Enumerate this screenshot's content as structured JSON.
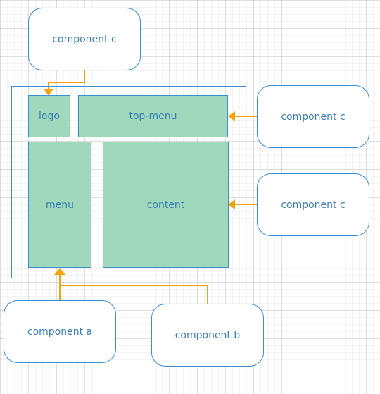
{
  "colors": {
    "box_border": "#3a8fd0",
    "text": "#3b7fb8",
    "region_fill": "#a0d8bb",
    "connector": "#f5a30a"
  },
  "components": {
    "top": "component c",
    "right_top": "component c",
    "right_mid": "component c",
    "bottom_left": "component a",
    "bottom_right": "component b"
  },
  "layout_regions": {
    "logo": "logo",
    "top_menu": "top-menu",
    "menu": "menu",
    "content": "content"
  }
}
